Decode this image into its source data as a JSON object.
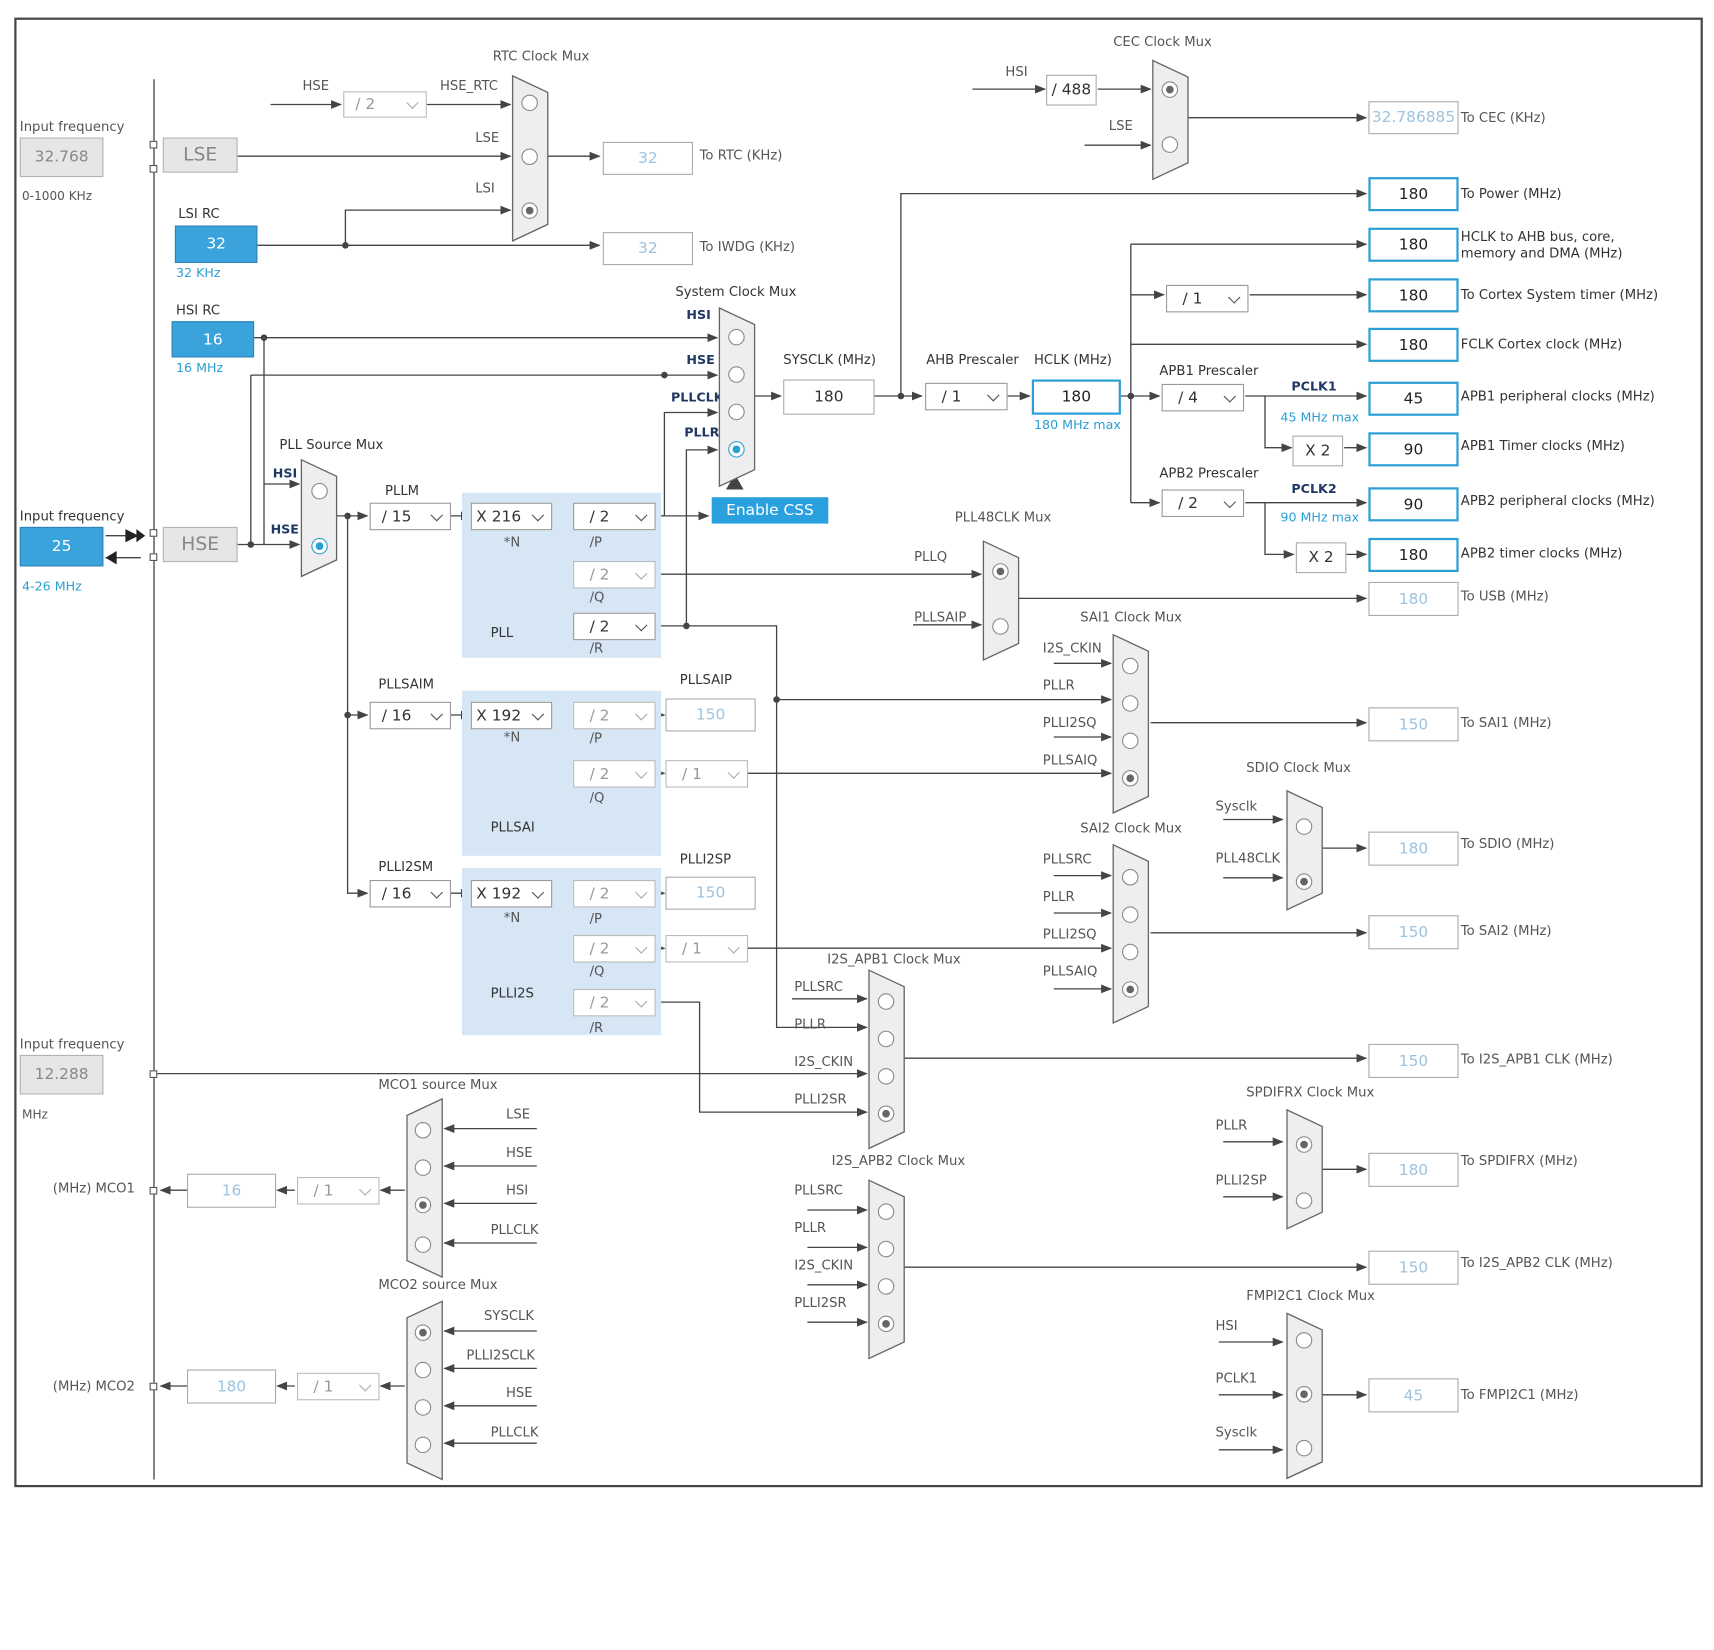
{
  "colors": {
    "accent": "#2a9fd6",
    "input_fill": "#3ba3db",
    "pll_bg": "#d6e6f4",
    "wire": "#444444"
  },
  "inputs": {
    "lse": {
      "caption": "Input frequency",
      "value": "32.768",
      "range": "0-1000 KHz",
      "block": "LSE"
    },
    "lsi": {
      "title": "LSI RC",
      "value": "32",
      "unit": "32 KHz"
    },
    "hsi": {
      "title": "HSI RC",
      "value": "16",
      "unit": "16 MHz"
    },
    "hse": {
      "caption": "Input frequency",
      "value": "25",
      "range": "4-26 MHz",
      "block": "HSE"
    },
    "i2s_ckin": {
      "caption": "Input frequency",
      "value": "12.288",
      "unit": "MHz"
    }
  },
  "rtc": {
    "title": "RTC Clock Mux",
    "hse": "HSE",
    "div": "/ 2",
    "hse_rtc": "HSE_RTC",
    "lse": "LSE",
    "lsi": "LSI",
    "out": "32",
    "out_label": "To RTC (KHz)",
    "iwdg": "32",
    "iwdg_label": "To IWDG (KHz)"
  },
  "cec": {
    "title": "CEC Clock Mux",
    "hsi": "HSI",
    "div": "/ 488",
    "lse": "LSE",
    "out": "32.786885",
    "out_label": "To CEC (KHz)"
  },
  "sysmux": {
    "title": "System Clock Mux",
    "hsi": "HSI",
    "hse": "HSE",
    "pllclk": "PLLCLK",
    "pllr": "PLLR",
    "css": "Enable CSS"
  },
  "sysclk": {
    "label": "SYSCLK (MHz)",
    "value": "180"
  },
  "ahb": {
    "label": "AHB Prescaler",
    "value": "/ 1"
  },
  "hclk": {
    "label": "HCLK (MHz)",
    "value": "180",
    "max": "180 MHz max"
  },
  "apb1": {
    "label": "APB1 Prescaler",
    "value": "/ 4",
    "pclk": "PCLK1",
    "max": "45 MHz max",
    "x2": "X 2"
  },
  "apb2": {
    "label": "APB2 Prescaler",
    "value": "/ 2",
    "pclk": "PCLK2",
    "max": "90 MHz max",
    "x2": "X 2"
  },
  "cortex_div": "/ 1",
  "outputs": {
    "power": {
      "value": "180",
      "label": "To Power (MHz)"
    },
    "hclk_ahb": {
      "value": "180",
      "label1": "HCLK to AHB bus, core,",
      "label2": "memory and DMA (MHz)"
    },
    "cortex": {
      "value": "180",
      "label": "To Cortex System timer (MHz)"
    },
    "fclk": {
      "value": "180",
      "label": "FCLK Cortex clock (MHz)"
    },
    "apb1p": {
      "value": "45",
      "label": "APB1 peripheral clocks (MHz)"
    },
    "apb1t": {
      "value": "90",
      "label": "APB1 Timer clocks (MHz)"
    },
    "apb2p": {
      "value": "90",
      "label": "APB2 peripheral clocks (MHz)"
    },
    "apb2t": {
      "value": "180",
      "label": "APB2 timer clocks (MHz)"
    },
    "usb": {
      "value": "180",
      "label": "To USB (MHz)"
    },
    "sai1": {
      "value": "150",
      "label": "To SAI1 (MHz)"
    },
    "sdio": {
      "value": "180",
      "label": "To SDIO (MHz)"
    },
    "sai2": {
      "value": "150",
      "label": "To SAI2 (MHz)"
    },
    "i2s1": {
      "value": "150",
      "label": "To I2S_APB1 CLK (MHz)"
    },
    "spdif": {
      "value": "180",
      "label": "To SPDIFRX (MHz)"
    },
    "i2s2": {
      "value": "150",
      "label": "To I2S_APB2 CLK (MHz)"
    },
    "fmpi2c": {
      "value": "45",
      "label": "To FMPI2C1 (MHz)"
    }
  },
  "pllsrc": {
    "title": "PLL Source Mux",
    "hsi": "HSI",
    "hse": "HSE"
  },
  "pll": {
    "m_label": "PLLM",
    "m": "/ 15",
    "n": "X 216",
    "n_lab": "*N",
    "p": "/ 2",
    "p_lab": "/P",
    "q": "/ 2",
    "q_lab": "/Q",
    "r": "/ 2",
    "r_lab": "/R",
    "name": "PLL"
  },
  "pllsai": {
    "m_label": "PLLSAIM",
    "m": "/ 16",
    "n": "X 192",
    "n_lab": "*N",
    "p": "/ 2",
    "p_lab": "/P",
    "p_out_label": "PLLSAIP",
    "p_out": "150",
    "q": "/ 2",
    "q_lab": "/Q",
    "q_div": "/ 1",
    "name": "PLLSAI"
  },
  "plli2s": {
    "m_label": "PLLI2SM",
    "m": "/ 16",
    "n": "X 192",
    "n_lab": "*N",
    "p": "/ 2",
    "p_lab": "/P",
    "p_out_label": "PLLI2SP",
    "p_out": "150",
    "q": "/ 2",
    "q_lab": "/Q",
    "q_div": "/ 1",
    "r": "/ 2",
    "r_lab": "/R",
    "name": "PLLI2S"
  },
  "pll48": {
    "title": "PLL48CLK Mux",
    "a": "PLLQ",
    "b": "PLLSAIP"
  },
  "sai1mux": {
    "title": "SAI1 Clock Mux",
    "a": "I2S_CKIN",
    "b": "PLLR",
    "c": "PLLI2SQ",
    "d": "PLLSAIQ"
  },
  "sdiomux": {
    "title": "SDIO Clock Mux",
    "a": "Sysclk",
    "b": "PLL48CLK"
  },
  "sai2mux": {
    "title": "SAI2 Clock Mux",
    "a": "PLLSRC",
    "b": "PLLR",
    "c": "PLLI2SQ",
    "d": "PLLSAIQ"
  },
  "i2s1mux": {
    "title": "I2S_APB1 Clock Mux",
    "a": "PLLSRC",
    "b": "PLLR",
    "c": "I2S_CKIN",
    "d": "PLLI2SR"
  },
  "i2s2mux": {
    "title": "I2S_APB2 Clock Mux",
    "a": "PLLSRC",
    "b": "PLLR",
    "c": "I2S_CKIN",
    "d": "PLLI2SR"
  },
  "spdifmux": {
    "title": "SPDIFRX Clock Mux",
    "a": "PLLR",
    "b": "PLLI2SP"
  },
  "fmpmux": {
    "title": "FMPI2C1 Clock Mux",
    "a": "HSI",
    "b": "PCLK1",
    "c": "Sysclk"
  },
  "mco1": {
    "title": "MCO1 source Mux",
    "a": "LSE",
    "b": "HSE",
    "c": "HSI",
    "d": "PLLCLK",
    "div": "/ 1",
    "out": "16",
    "label": "(MHz) MCO1"
  },
  "mco2": {
    "title": "MCO2 source Mux",
    "a": "SYSCLK",
    "b": "PLLI2SCLK",
    "c": "HSE",
    "d": "PLLCLK",
    "div": "/ 1",
    "out": "180",
    "label": "(MHz) MCO2"
  }
}
